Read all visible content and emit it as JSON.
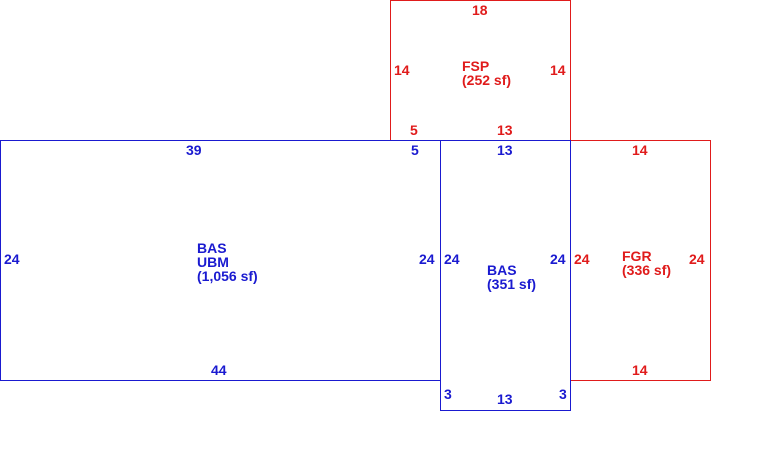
{
  "colors": {
    "living": "#1a1ad0",
    "other": "#e01b1b"
  },
  "fsp": {
    "code": "FSP",
    "area": "(252 sf)",
    "top": "18",
    "left": "14",
    "right": "14",
    "bottom_a": "5",
    "bottom_b": "13"
  },
  "bas_ubm": {
    "code1": "BAS",
    "code2": "UBM",
    "area": "(1,056 sf)",
    "top": "39",
    "top_step": "5",
    "left": "24",
    "right": "24",
    "bottom": "44"
  },
  "bas_small": {
    "code": "BAS",
    "area": "(351 sf)",
    "top": "13",
    "left": "24",
    "right": "24",
    "bottom": "13",
    "step_left": "3",
    "step_right": "3"
  },
  "fgr": {
    "code": "FGR",
    "area": "(336 sf)",
    "top": "14",
    "left": "24",
    "right": "24",
    "bottom": "14"
  }
}
